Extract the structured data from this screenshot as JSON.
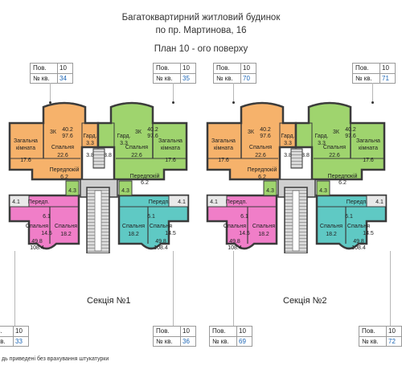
{
  "header": {
    "line1": "Багатоквартирний житловий будинок",
    "line2": "по пр. Мартинова, 16",
    "line3": "План 10 - ого поверху"
  },
  "labels": {
    "floor": "Пов.",
    "apt": "№ кв."
  },
  "apartments_top": [
    {
      "floor": "10",
      "number": "34"
    },
    {
      "floor": "10",
      "number": "35"
    },
    {
      "floor": "10",
      "number": "70"
    },
    {
      "floor": "10",
      "number": "71"
    }
  ],
  "apartments_bottom": [
    {
      "floor": "10",
      "number": "33"
    },
    {
      "floor": "10",
      "number": "36"
    },
    {
      "floor": "10",
      "number": "69"
    },
    {
      "floor": "10",
      "number": "72"
    }
  ],
  "sections": [
    "Секція №1",
    "Секція №2"
  ],
  "rooms": {
    "living": "Загальна кімната",
    "living_l1": "Загальна",
    "living_l2": "кімната",
    "bedroom": "Спальня",
    "hall": "Передпокій",
    "hall_short": "Передп.",
    "wardrobe": "Гард.",
    "rooms_3": "3К"
  },
  "areas": {
    "a_17_6": "17.6",
    "a_22_6": "22.6",
    "a_3_8": "3.8",
    "a_3_3": "3.3",
    "a_6_2": "6.2",
    "a_4_3": "4.3",
    "a_40_2": "40.2",
    "a_97_6": "97.6",
    "a_4_1": "4.1",
    "a_6_1": "6.1",
    "a_14_5": "14.5",
    "a_18_2": "18.2",
    "a_49_8": "49.8",
    "a_108_4": "108.4"
  },
  "colors": {
    "orange": "#f6b26b",
    "green": "#9fd46e",
    "pink": "#f07ec8",
    "teal": "#5fc9c4",
    "wall": "#3b3b3b",
    "stair": "#c9c9c9"
  },
  "footnote": "дь приведені без врахування штукатурки"
}
